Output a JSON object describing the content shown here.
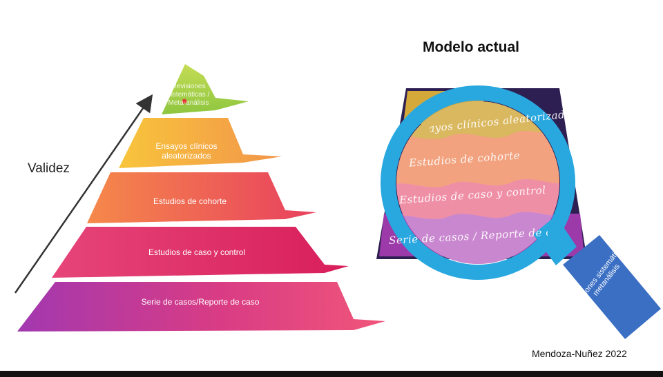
{
  "pyramid": {
    "axis_label": "Validez",
    "levels": [
      {
        "id": "top",
        "label": "Revisiones sistemáticas / Meta-análisis"
      },
      {
        "id": "rct",
        "label": "Ensayos clínicos aleatorizados"
      },
      {
        "id": "cohort",
        "label": "Estudios de cohorte"
      },
      {
        "id": "case-control",
        "label": "Estudios de caso y control"
      },
      {
        "id": "case-series",
        "label": "Serie de casos/Reporte de caso"
      }
    ]
  },
  "current_model": {
    "title": "Modelo actual",
    "bands": [
      {
        "id": "rct",
        "label": "Ensayos clínicos aleatorizados"
      },
      {
        "id": "cohort",
        "label": "Estudios de cohorte"
      },
      {
        "id": "case-control",
        "label": "Estudios de caso y control"
      },
      {
        "id": "case-series",
        "label": "Serie de casos / Reporte de casos"
      }
    ],
    "magnifier_handle_label": "Revisiones sistemáticas / metanálisis"
  },
  "credit": "Mendoza-Nuñez 2022",
  "colors": {
    "top": "#9acd32",
    "rct": "#f6b13a",
    "cohort": "#f06b4d",
    "case_control": "#e5336b",
    "case_series": "#b23aa6",
    "lens_ring": "#29a8e0",
    "handle": "#3a6fc4"
  }
}
